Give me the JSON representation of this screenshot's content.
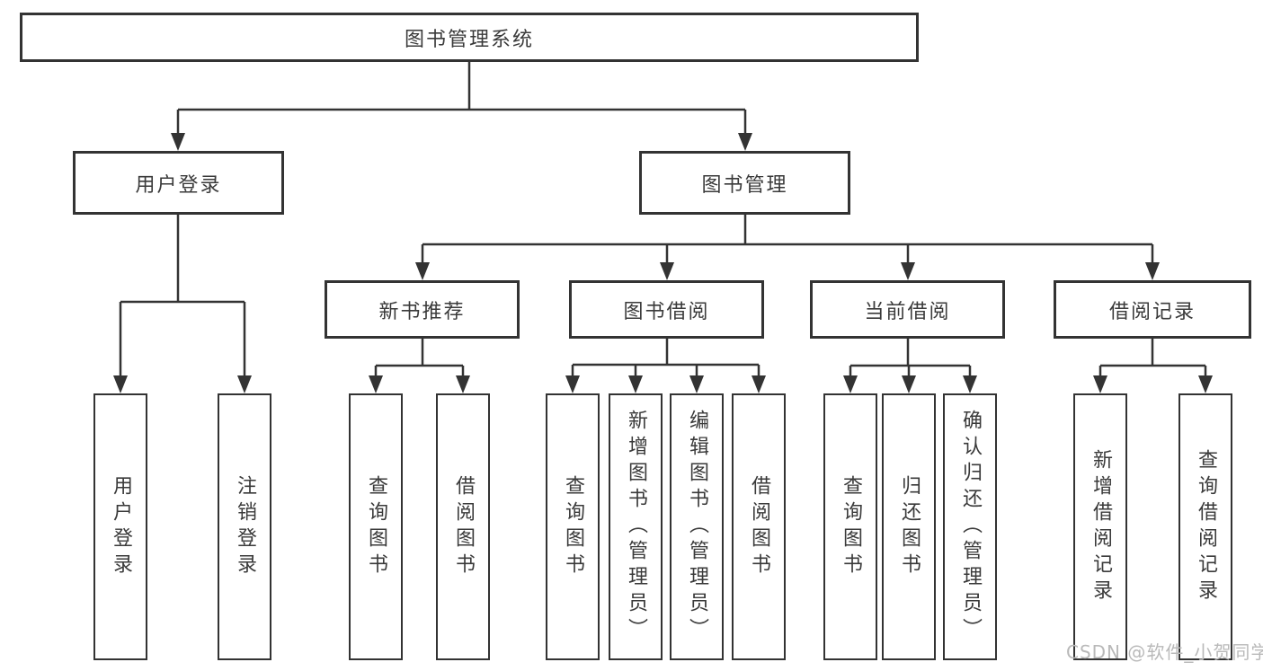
{
  "tree": {
    "label": "图书管理系统",
    "children": [
      {
        "label": "用户登录",
        "children": [
          {
            "label": "用户登录"
          },
          {
            "label": "注销登录"
          }
        ]
      },
      {
        "label": "图书管理",
        "children": [
          {
            "label": "新书推荐",
            "children": [
              {
                "label": "查询图书"
              },
              {
                "label": "借阅图书"
              }
            ]
          },
          {
            "label": "图书借阅",
            "children": [
              {
                "label": "查询图书"
              },
              {
                "label": "新增图书（管理员）"
              },
              {
                "label": "编辑图书（管理员）"
              },
              {
                "label": "借阅图书"
              }
            ]
          },
          {
            "label": "当前借阅",
            "children": [
              {
                "label": "查询图书"
              },
              {
                "label": "归还图书"
              },
              {
                "label": "确认归还（管理员）"
              }
            ]
          },
          {
            "label": "借阅记录",
            "children": [
              {
                "label": "新增借阅记录"
              },
              {
                "label": "查询借阅记录"
              }
            ]
          }
        ]
      }
    ]
  },
  "watermark": "CSDN @软件_小贺同学",
  "colors": {
    "line": "#333333",
    "text": "#3a3a3a",
    "background": "#ffffff",
    "watermark": "#b9b9b9"
  }
}
